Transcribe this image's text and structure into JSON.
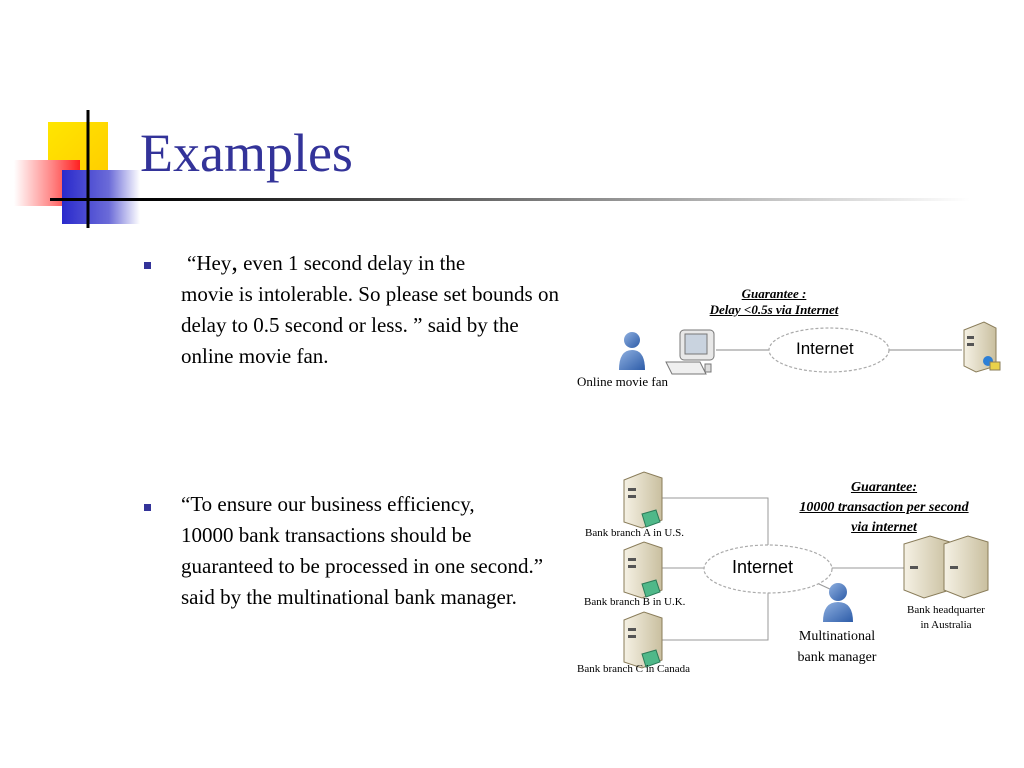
{
  "slide": {
    "title": "Examples",
    "bullets": [
      {
        "quote_open": "“Hey",
        "comma": ",",
        "text_first": " even 1 second delay in the",
        "text_rest": "movie is intolerable. So please set bounds on delay to 0.5 second or less. ” said by the online movie fan."
      },
      {
        "text_first": " “To ensure our business efficiency,",
        "text_rest": "10000 bank transactions should be guaranteed to be processed in  one second.” said by the multinational bank manager."
      }
    ]
  },
  "diagram1": {
    "guarantee_line1": "Guarantee :",
    "guarantee_line2": "Delay <0.5s  via Internet",
    "cloud_label": "Internet",
    "user_label": "Online movie fan"
  },
  "diagram2": {
    "guarantee_line1": "Guarantee:",
    "guarantee_line2": "10000 transaction per second",
    "guarantee_line3": "via internet",
    "cloud_label": "Internet",
    "branch_a": "Bank branch A in U.S.",
    "branch_b": "Bank branch B in U.K.",
    "branch_c": "Bank branch C in Canada",
    "hq_line1": "Bank headquarter",
    "hq_line2": "in Australia",
    "manager_line1": "Multinational",
    "manager_line2": "bank manager"
  }
}
